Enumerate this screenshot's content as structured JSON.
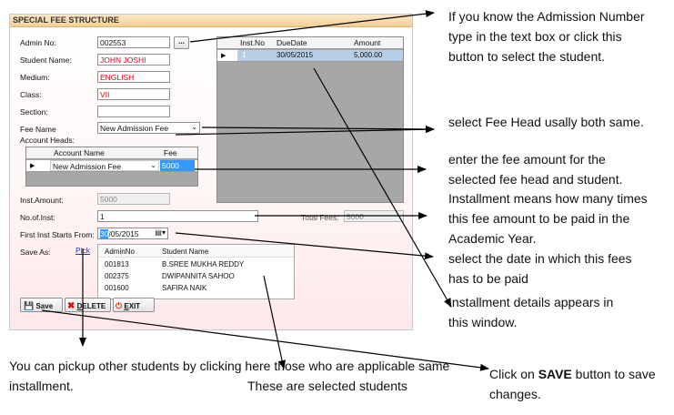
{
  "window": {
    "title": "SPECIAL FEE STRUCTURE"
  },
  "fields": {
    "admin_no": {
      "label": "Admin No:",
      "value": "002553",
      "browse_label": "..."
    },
    "student_name": {
      "label": "Student Name:",
      "value": "JOHN JOSHI"
    },
    "medium": {
      "label": "Medium:",
      "value": "ENGLISH"
    },
    "class": {
      "label": "Class:",
      "value": "VII"
    },
    "section": {
      "label": "Section:",
      "value": ""
    },
    "fee_name": {
      "label": "Fee Name",
      "value": "New Admission Fee"
    },
    "account_heads": {
      "label": "Account Heads:"
    },
    "inst_amount": {
      "label": "Inst.Amount:",
      "value": "5000"
    },
    "no_of_inst": {
      "label": "No.of.Inst:",
      "value": "1"
    },
    "first_inst": {
      "label": "First Inst Starts From:",
      "value_sel": "30",
      "value_rest": "/05/2015"
    },
    "total_fees": {
      "label": "Total Fees:",
      "value": "5000"
    },
    "save_as": {
      "label": "Save As:",
      "link": "Pick"
    }
  },
  "account_grid": {
    "columns": [
      "Account Name",
      "Fee"
    ],
    "rows": [
      {
        "name": "New Admission Fee",
        "fee": "5000"
      }
    ]
  },
  "inst_grid": {
    "columns": [
      "Inst.No",
      "DueDate",
      "Amount"
    ],
    "rows": [
      {
        "no": "1",
        "date": "30/05/2015",
        "amount": "5,000.00"
      }
    ]
  },
  "pick_list": {
    "columns": [
      "AdminNo",
      "Student Name"
    ],
    "rows": [
      {
        "no": "001813",
        "name": "B.SREE MUKHA REDDY"
      },
      {
        "no": "002375",
        "name": "DWIPANNITA  SAHOO"
      },
      {
        "no": "001600",
        "name": "SAFIRA  NAIK"
      }
    ]
  },
  "buttons": {
    "save": {
      "label": "Save"
    },
    "delete": {
      "label_u": "D",
      "label_rest": "ELETE"
    },
    "exit": {
      "label_u": "E",
      "label_rest": "XIT"
    }
  },
  "notes": {
    "admission": [
      "If you know the Admission Number",
      "type in the text box or click this",
      "button to select the student."
    ],
    "fee_head": "select Fee Head usally both same.",
    "fee_amount": [
      "enter the fee amount for the",
      "selected fee head and student."
    ],
    "installment": [
      "Installment means how many times",
      "this fee amount to be paid in the",
      "Academic Year."
    ],
    "date": [
      "select the date in which this fees",
      "has to be paid"
    ],
    "inst_details": [
      "Installment details appears in",
      "this window."
    ],
    "pickup": [
      "You can pickup other students by clicking here those who are applicable same",
      "installment."
    ],
    "selected": "These are selected students",
    "save_pre": "Click on ",
    "save_bold": "SAVE",
    "save_post": " button to save",
    "save_line2": "changes."
  },
  "colors": {
    "red_text": "#e0001a",
    "selection": "#3399ff",
    "title_bar": "#f4cf94"
  }
}
